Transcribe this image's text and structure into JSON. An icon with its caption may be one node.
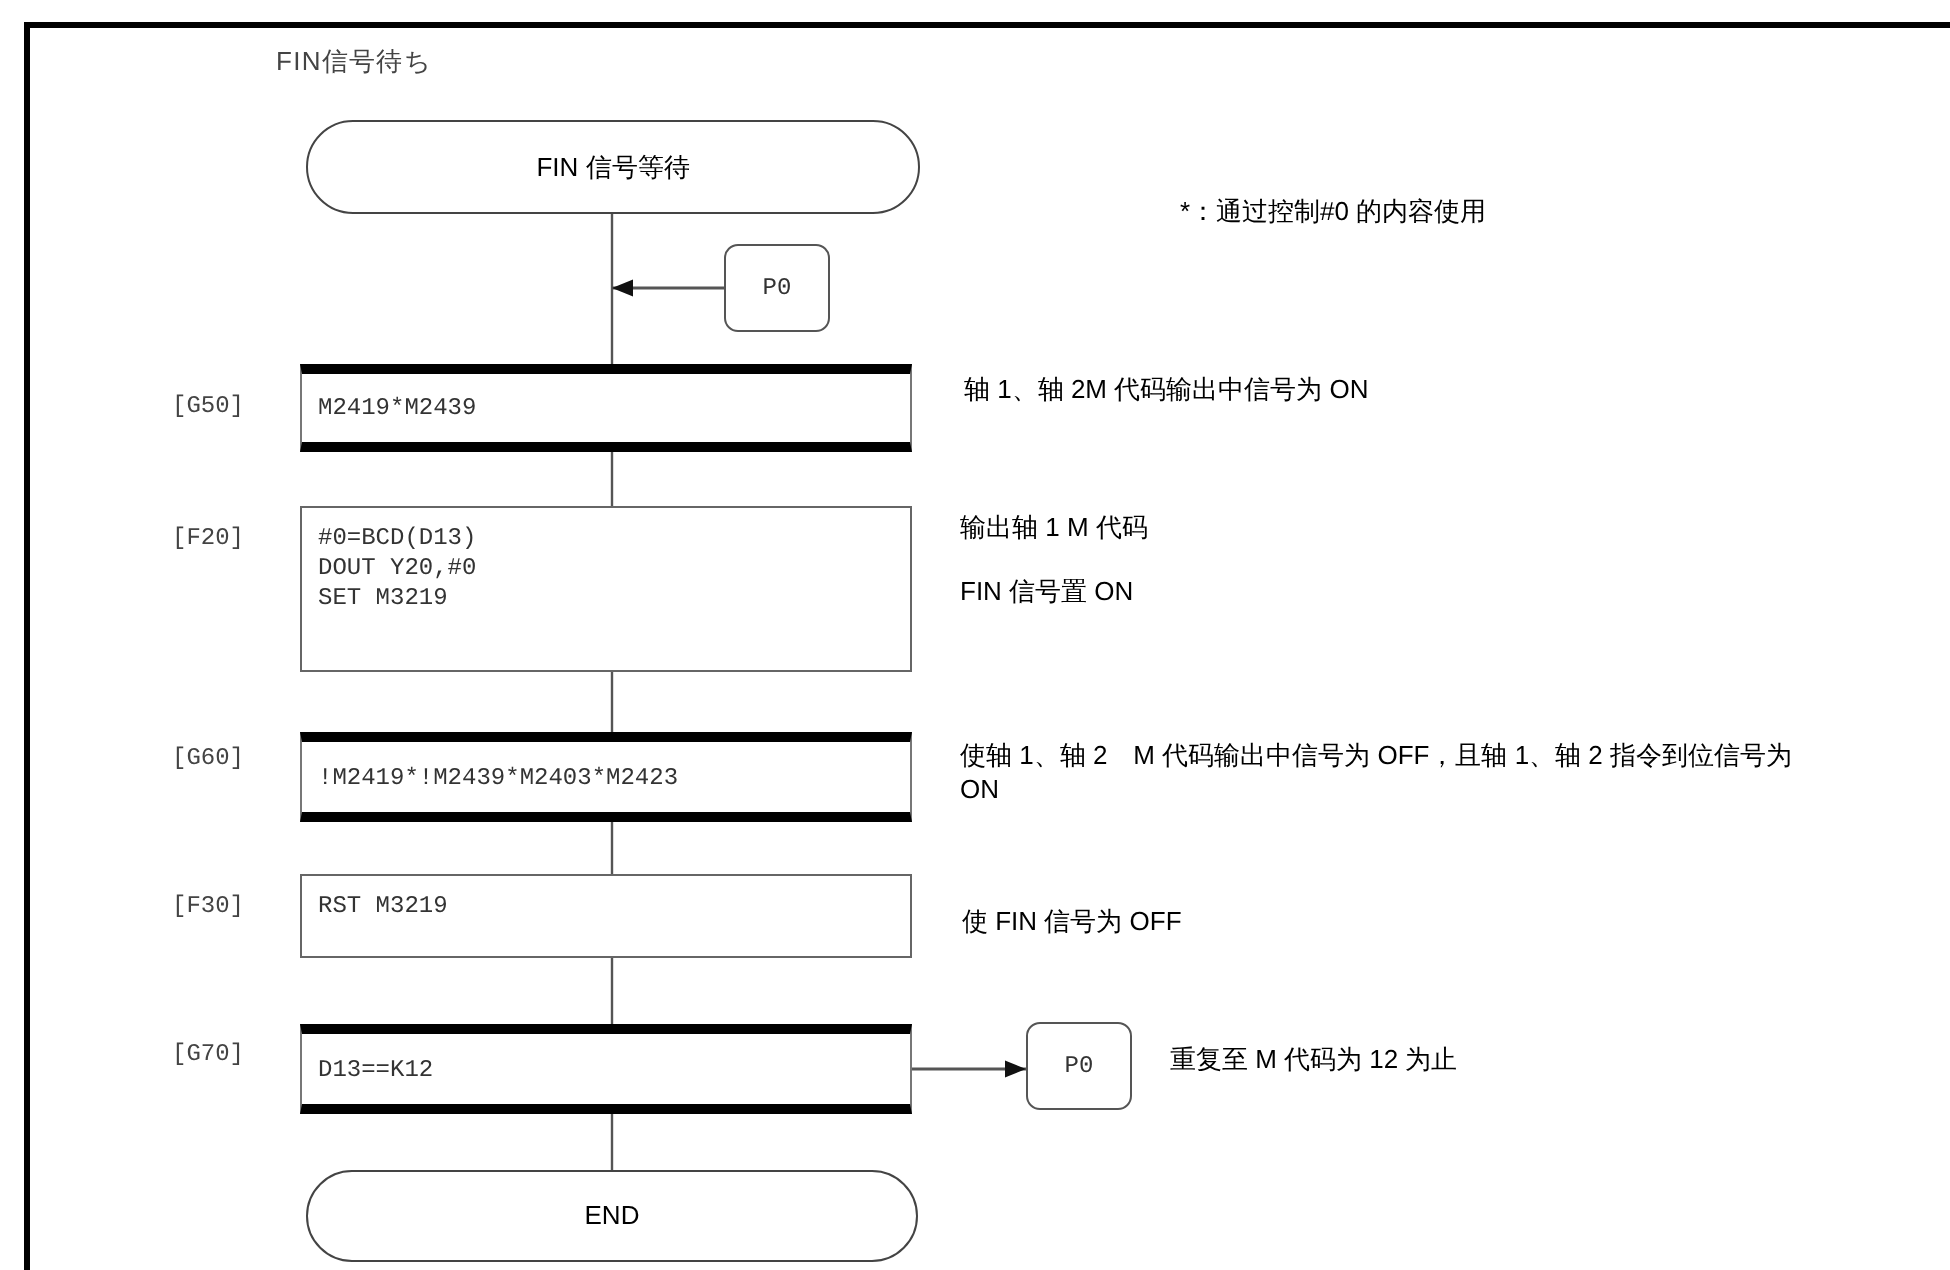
{
  "diagram": {
    "title": "FIN信号待ち",
    "nodes": [
      {
        "text": [
          "FIN 信号等待"
        ]
      },
      {
        "text": [
          "P0"
        ]
      },
      {
        "text": [
          "M2419*M2439"
        ],
        "beside": [
          "[G50]",
          "轴 1、轴 2M 代码输出中信号为 ON"
        ]
      },
      {
        "text": [
          "#0=BCD(D13)",
          "DOUT Y20,#0",
          "SET M3219"
        ],
        "beside": [
          "[F20]",
          "输出轴 1 M 代码",
          "FIN 信号置 ON"
        ]
      },
      {
        "text": [
          "!M2419*!M2439*M2403*M2423"
        ],
        "beside": [
          "[G60]",
          "使轴 1、轴 2　M 代码输出中信号为 OFF，且轴 1、轴 2 指令到位信号为 ON"
        ]
      },
      {
        "text": [
          "RST M3219"
        ],
        "beside": [
          "[F30]",
          "使 FIN 信号为 OFF"
        ]
      },
      {
        "text": [
          "D13==K12"
        ],
        "beside": [
          "[G70]"
        ]
      },
      {
        "text": [
          "P0"
        ],
        "beside": [
          "重复至 M 代码为 12 为止"
        ]
      },
      {
        "text": [
          "END"
        ]
      }
    ],
    "edges": [
      {
        "from": 0,
        "to": 2,
        "arrow": "none"
      },
      {
        "from": 1,
        "to": null,
        "arrow": "to"
      },
      {
        "from": 2,
        "to": 3,
        "arrow": "none"
      },
      {
        "from": 3,
        "to": 4,
        "arrow": "none"
      },
      {
        "from": 4,
        "to": 5,
        "arrow": "none"
      },
      {
        "from": 5,
        "to": 6,
        "arrow": "none"
      },
      {
        "from": 6,
        "to": 8,
        "arrow": "none"
      },
      {
        "from": 6,
        "to": 7,
        "arrow": "to"
      }
    ],
    "labels": [
      "*：通过控制#0 的内容使用"
    ]
  }
}
